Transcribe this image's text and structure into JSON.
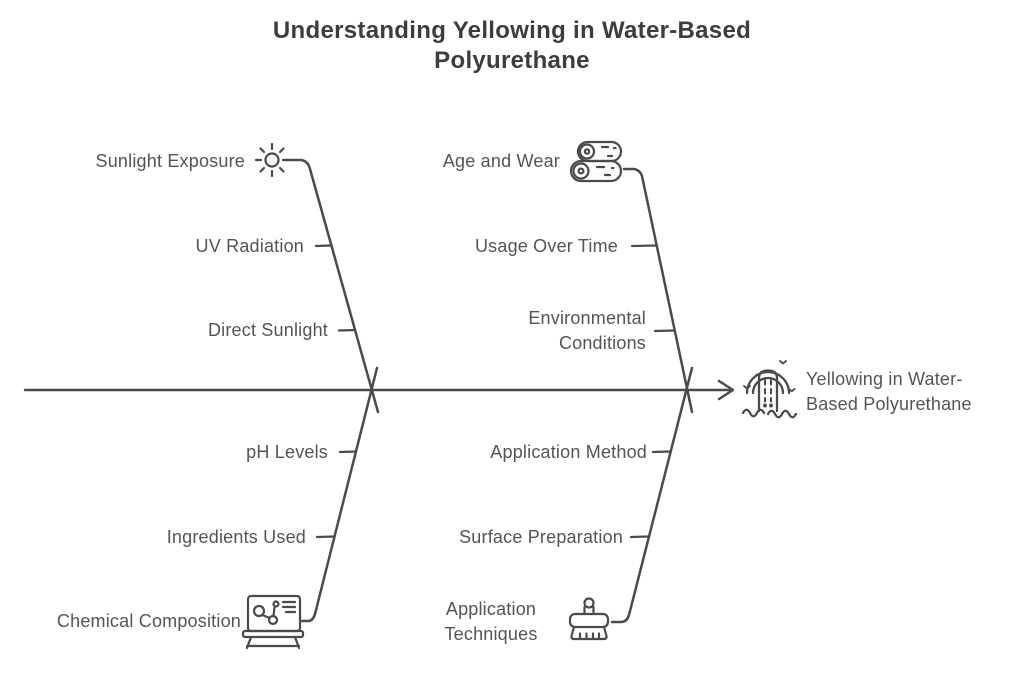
{
  "title": "Understanding Yellowing in Water-Based Polyurethane",
  "diagram_type": "fishbone-cause-effect",
  "effect": {
    "label": "Yellowing in Water-Based Polyurethane",
    "icon": "lighthouse-waves-icon"
  },
  "branches": [
    {
      "id": "sunlight-exposure",
      "label": "Sunlight Exposure",
      "icon": "sun-icon",
      "position": "top-left",
      "causes": [
        "UV Radiation",
        "Direct Sunlight"
      ]
    },
    {
      "id": "age-and-wear",
      "label": "Age and Wear",
      "icon": "logs-icon",
      "position": "top-right",
      "causes": [
        "Usage Over Time",
        "Environmental Conditions"
      ]
    },
    {
      "id": "chemical-composition",
      "label": "Chemical Composition",
      "icon": "molecule-board-icon",
      "position": "bottom-left",
      "causes": [
        "pH Levels",
        "Ingredients Used"
      ]
    },
    {
      "id": "application-techniques",
      "label": "Application Techniques",
      "icon": "paint-brush-icon",
      "position": "bottom-right",
      "causes": [
        "Application Method",
        "Surface Preparation"
      ]
    }
  ],
  "colors": {
    "stroke": "#4a4a4a",
    "text": "#545454",
    "title": "#3d3d3d",
    "background": "#ffffff"
  }
}
